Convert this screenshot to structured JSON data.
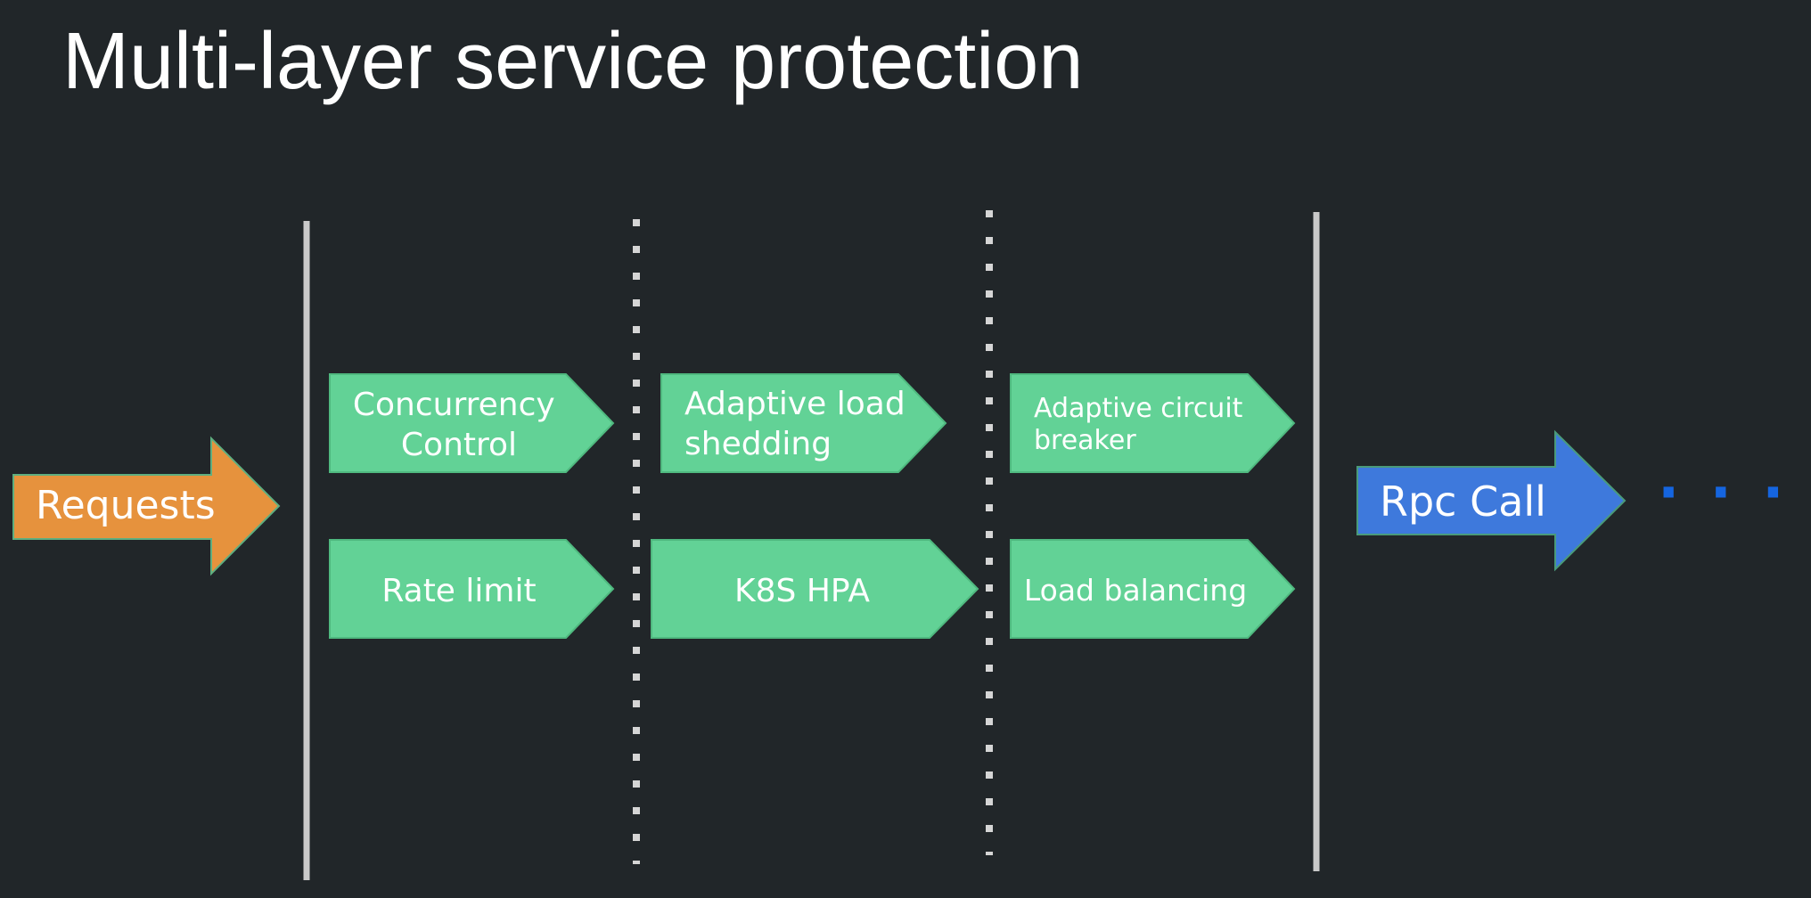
{
  "slide": {
    "title": "Multi-layer service protection"
  },
  "colors": {
    "background": "#212629",
    "request_arrow": "#e6923d",
    "layer_box": "#62d296",
    "layer_box_stroke": "#4fb97f",
    "rpc_arrow": "#3e79dc",
    "dots": "#1565e0",
    "solid_divider": "#c9c9c9",
    "dotted_divider": "#d5d5d5",
    "text": "#ffffff"
  },
  "diagram": {
    "input": {
      "label": "Requests"
    },
    "output": {
      "label": "Rpc Call"
    },
    "continuation": {
      "label": "· · · ·"
    },
    "layers": [
      {
        "top": [
          "Concurrency",
          "Control"
        ],
        "bottom": [
          "Rate limit"
        ]
      },
      {
        "top": [
          "Adaptive load",
          "shedding"
        ],
        "bottom": [
          "K8S HPA"
        ]
      },
      {
        "top": [
          "Adaptive circuit",
          "breaker"
        ],
        "bottom": [
          "Load balancing"
        ]
      }
    ]
  }
}
